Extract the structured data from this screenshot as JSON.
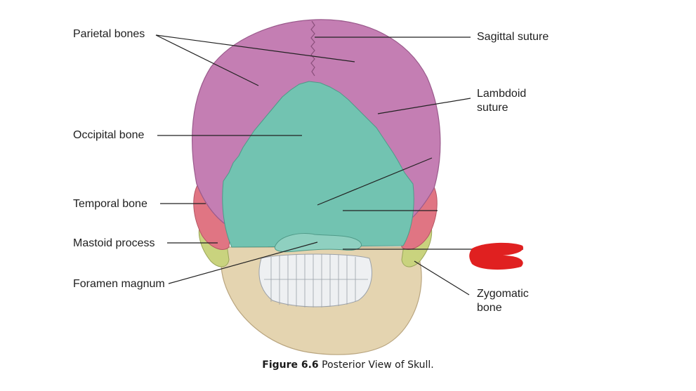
{
  "labels": {
    "parietal": "Parietal bones",
    "occipital": "Occipital bone",
    "temporal": "Temporal bone",
    "mastoid": "Mastoid process",
    "foramen": "Foramen magnum",
    "sagittal": "Sagittal suture",
    "lambdoid": "Lambdoid suture",
    "zygomatic": "Zygomatic bone"
  },
  "caption": {
    "figure_number": "Figure 6.6",
    "title": "Posterior View of Skull."
  },
  "colors": {
    "parietal": "#c47eb3",
    "occipital": "#72c3b1",
    "temporal": "#e07583",
    "zygomatic": "#c9d37e",
    "mandible": "#e4d4b0",
    "teeth": "#eef0f2",
    "redaction": "#e02020"
  }
}
